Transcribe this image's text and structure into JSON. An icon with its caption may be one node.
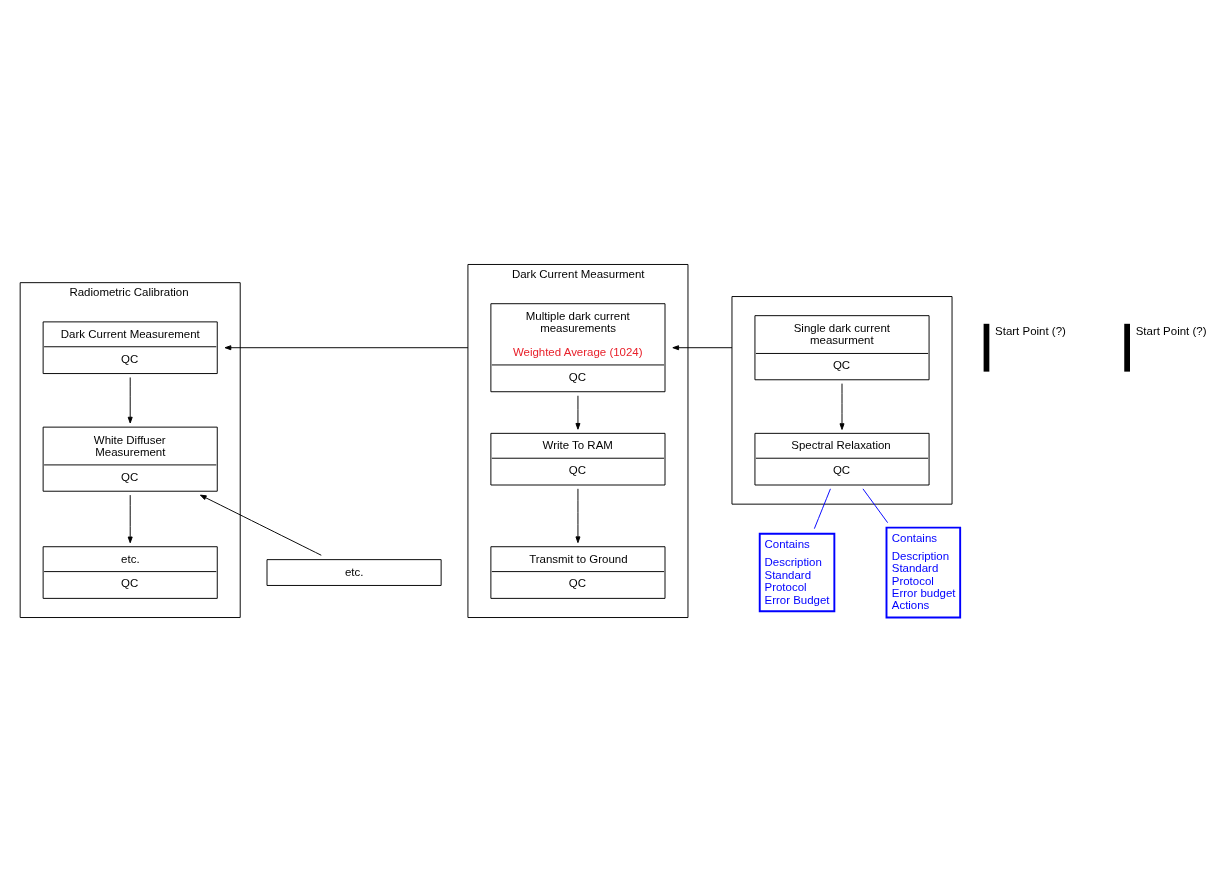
{
  "diagram": {
    "nodes": [
      {
        "text": [
          "Radiometric Calibration"
        ]
      },
      {
        "text": [
          "Dark Current Measurement",
          "QC"
        ],
        "in": 0
      },
      {
        "text": [
          "White Diffuser Measurement",
          "QC"
        ],
        "in": 0
      },
      {
        "text": [
          "etc.",
          "QC"
        ],
        "in": 0
      },
      {
        "text": [
          "Dark Current Measurment"
        ]
      },
      {
        "text": [
          "Multiple dark current measurements",
          "Weighted Average (1024)",
          "QC"
        ],
        "in": 4
      },
      {
        "text": [
          "Write To RAM",
          "QC"
        ],
        "in": 4
      },
      {
        "text": [
          "Transmit to Ground",
          "QC"
        ],
        "in": 4
      },
      {
        "text": [],
        "shape": "box"
      },
      {
        "text": [
          "Single dark current measurment",
          "QC"
        ],
        "in": 8
      },
      {
        "text": [
          "Spectral Relaxation",
          "QC"
        ],
        "in": 8
      },
      {
        "text": [
          "etc."
        ]
      },
      {
        "text": [
          "Contains",
          "Description Standard Protocol Error Budget"
        ]
      },
      {
        "text": [
          "Contains",
          "Description Standard Protocol Error budget Actions"
        ]
      },
      {
        "text": [],
        "shape": "bar",
        "beside": [
          "Start Point (?)"
        ]
      },
      {
        "text": [],
        "shape": "bar",
        "beside": [
          "Start Point (?)"
        ]
      }
    ],
    "edges": [
      {
        "from": 4,
        "to": 1,
        "arrow": "to"
      },
      {
        "from": 1,
        "to": 2,
        "arrow": "to"
      },
      {
        "from": 2,
        "to": 3,
        "arrow": "to"
      },
      {
        "from": 8,
        "to": 5,
        "arrow": "to"
      },
      {
        "from": 5,
        "to": 6,
        "arrow": "to"
      },
      {
        "from": 6,
        "to": 7,
        "arrow": "to"
      },
      {
        "from": 9,
        "to": 10,
        "arrow": "to"
      },
      {
        "from": 11,
        "to": 2,
        "arrow": "to"
      },
      {
        "from": 12,
        "to": 10,
        "arrow": "none",
        "color": "#0000ff"
      },
      {
        "from": 13,
        "to": 10,
        "arrow": "none",
        "color": "#0000ff"
      }
    ]
  }
}
